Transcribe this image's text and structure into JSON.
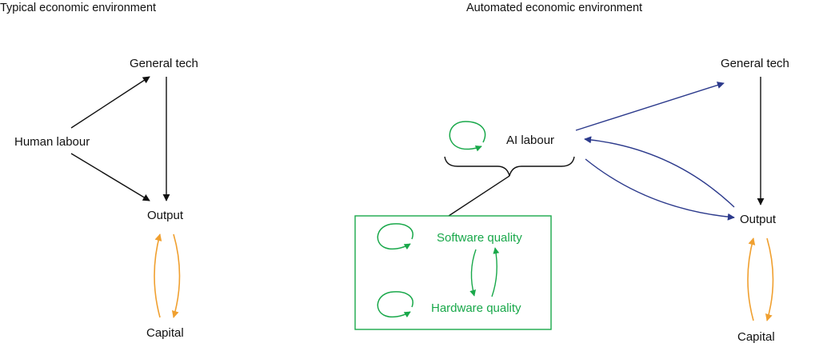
{
  "panels": {
    "typical": {
      "title": "Typical economic environment",
      "nodes": {
        "general_tech": "General tech",
        "human_labour": "Human labour",
        "output": "Output",
        "capital": "Capital"
      }
    },
    "automated": {
      "title": "Automated economic environment",
      "nodes": {
        "general_tech": "General tech",
        "ai_labour": "AI labour",
        "output": "Output",
        "capital": "Capital",
        "software_quality": "Software quality",
        "hardware_quality": "Hardware quality"
      }
    }
  },
  "colors": {
    "black_arrow": "#111111",
    "orange_arrow": "#f0a030",
    "blue_arrow": "#2c3a8c",
    "green": "#19a84a"
  }
}
